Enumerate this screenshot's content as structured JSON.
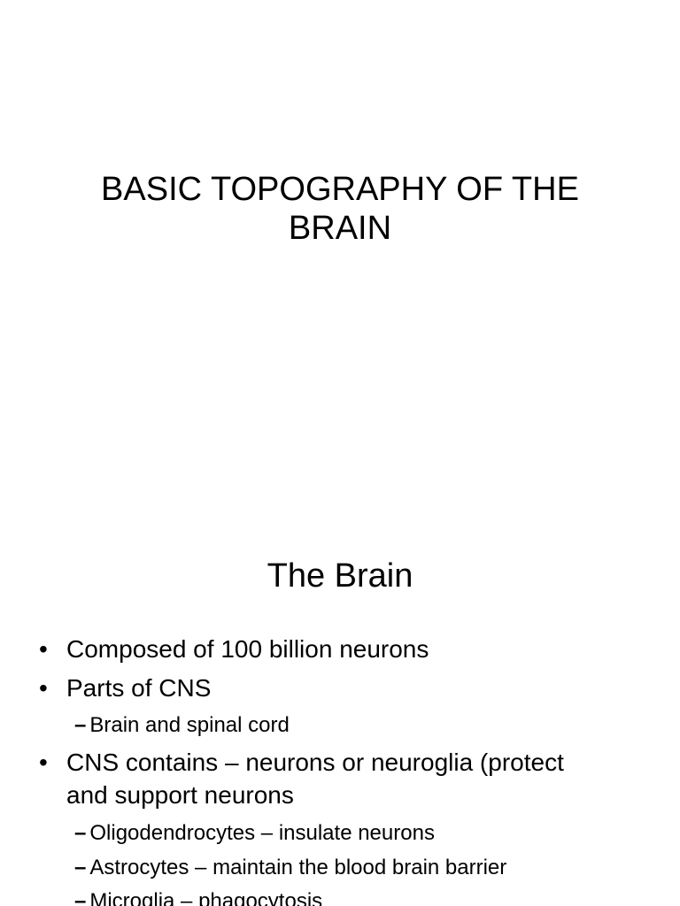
{
  "slides": [
    {
      "title_lines": [
        "BASIC TOPOGRAPHY OF THE",
        "BRAIN"
      ]
    },
    {
      "title": "The Brain",
      "bullets": [
        {
          "marker": "•",
          "text": "Composed of 100  billion neurons"
        },
        {
          "marker": "•",
          "text": "Parts of CNS"
        },
        {
          "marker": "–",
          "text": "Brain and spinal cord"
        },
        {
          "marker": "•",
          "text_lines": [
            "CNS contains – neurons or neuroglia (protect",
            "and support neurons"
          ]
        },
        {
          "marker": "–",
          "text": "Oligodendrocytes – insulate neurons"
        },
        {
          "marker": "–",
          "text": "Astrocytes – maintain the blood brain barrier"
        },
        {
          "marker": "–",
          "text": "Microglia – phagocytosis"
        }
      ]
    }
  ]
}
